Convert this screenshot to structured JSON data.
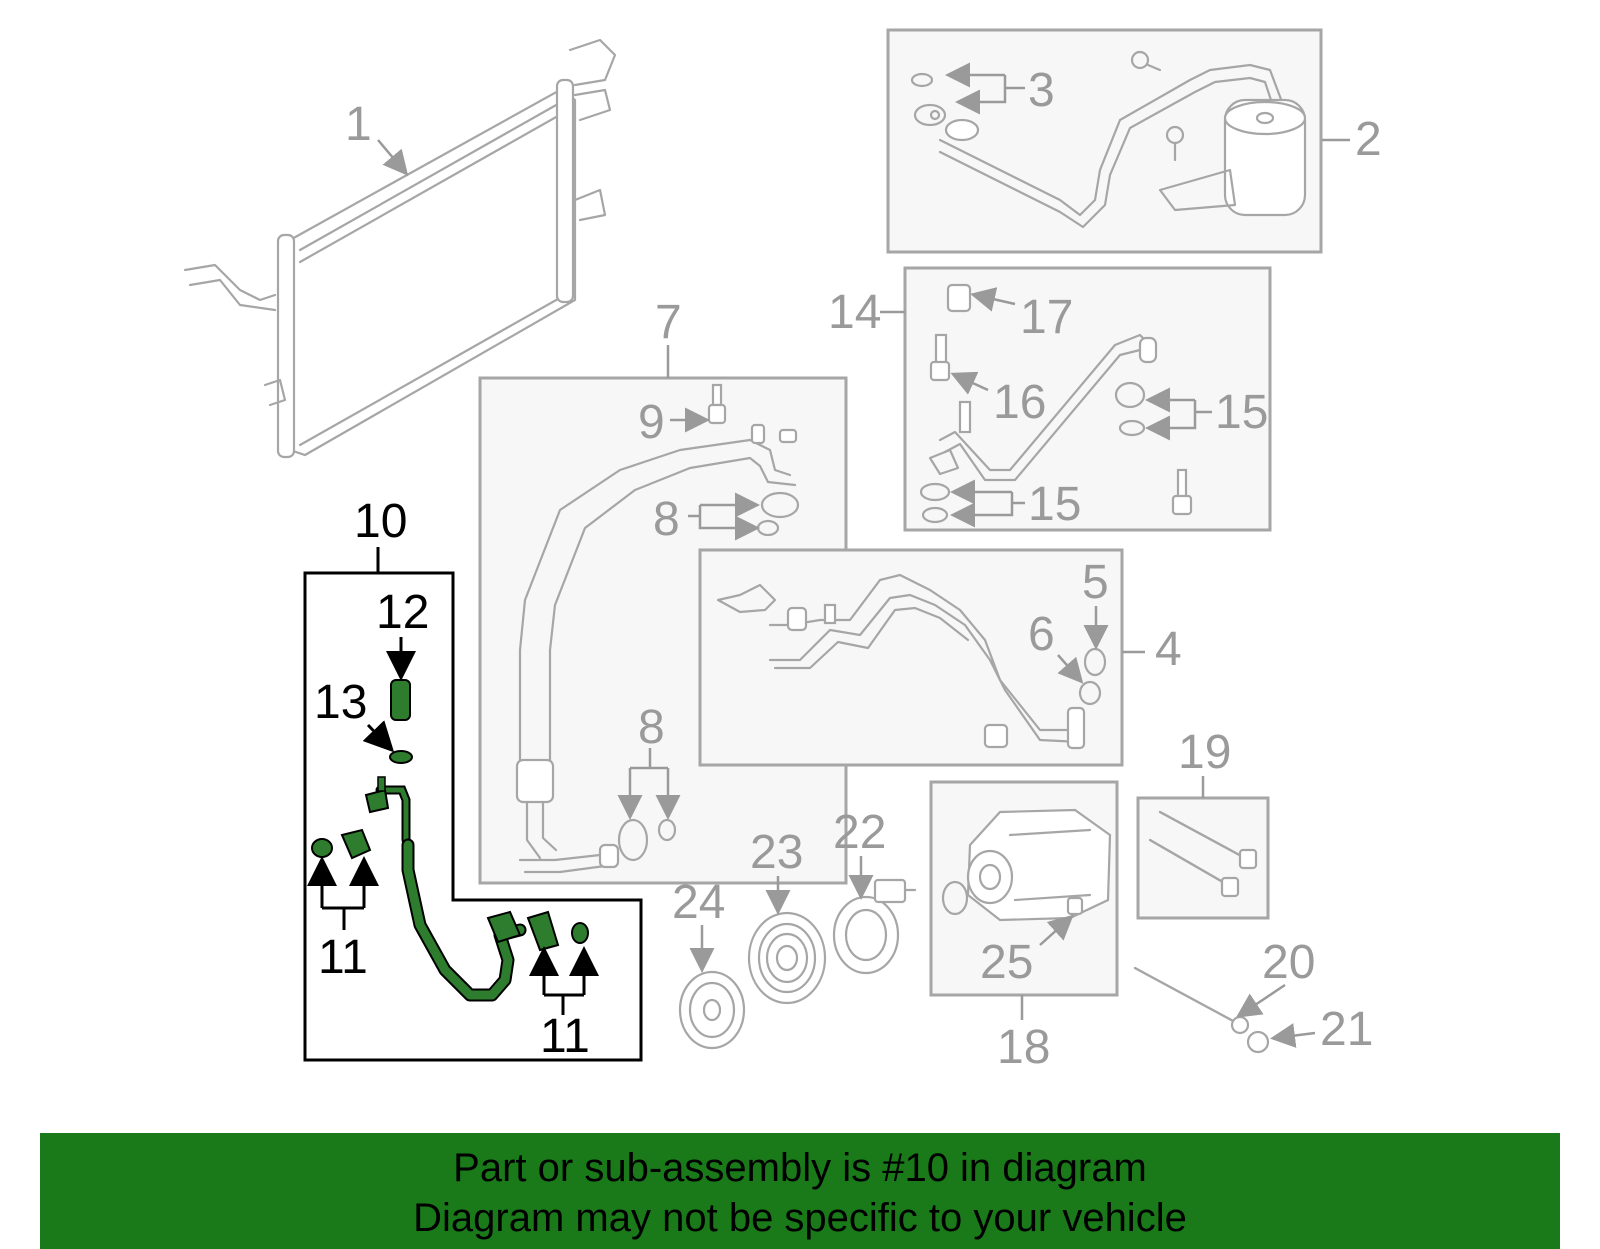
{
  "callouts": {
    "c1": "1",
    "c2": "2",
    "c3": "3",
    "c4": "4",
    "c5": "5",
    "c6": "6",
    "c7": "7",
    "c8a": "8",
    "c8b": "8",
    "c9": "9",
    "c10": "10",
    "c11a": "11",
    "c11b": "11",
    "c12": "12",
    "c13": "13",
    "c14": "14",
    "c15a": "15",
    "c15b": "15",
    "c16": "16",
    "c17": "17",
    "c18": "18",
    "c19": "19",
    "c20": "20",
    "c21": "21",
    "c22": "22",
    "c23": "23",
    "c24": "24",
    "c25": "25"
  },
  "banner": {
    "line1": "Part or sub-assembly is #10 in diagram",
    "line2": "Diagram may not be specific to your vehicle"
  },
  "colors": {
    "highlight_part": "#2e7d2e",
    "banner_bg": "#1a7a1a",
    "part_line": "#a6a6a6",
    "label_gray": "#9a9a9a"
  }
}
